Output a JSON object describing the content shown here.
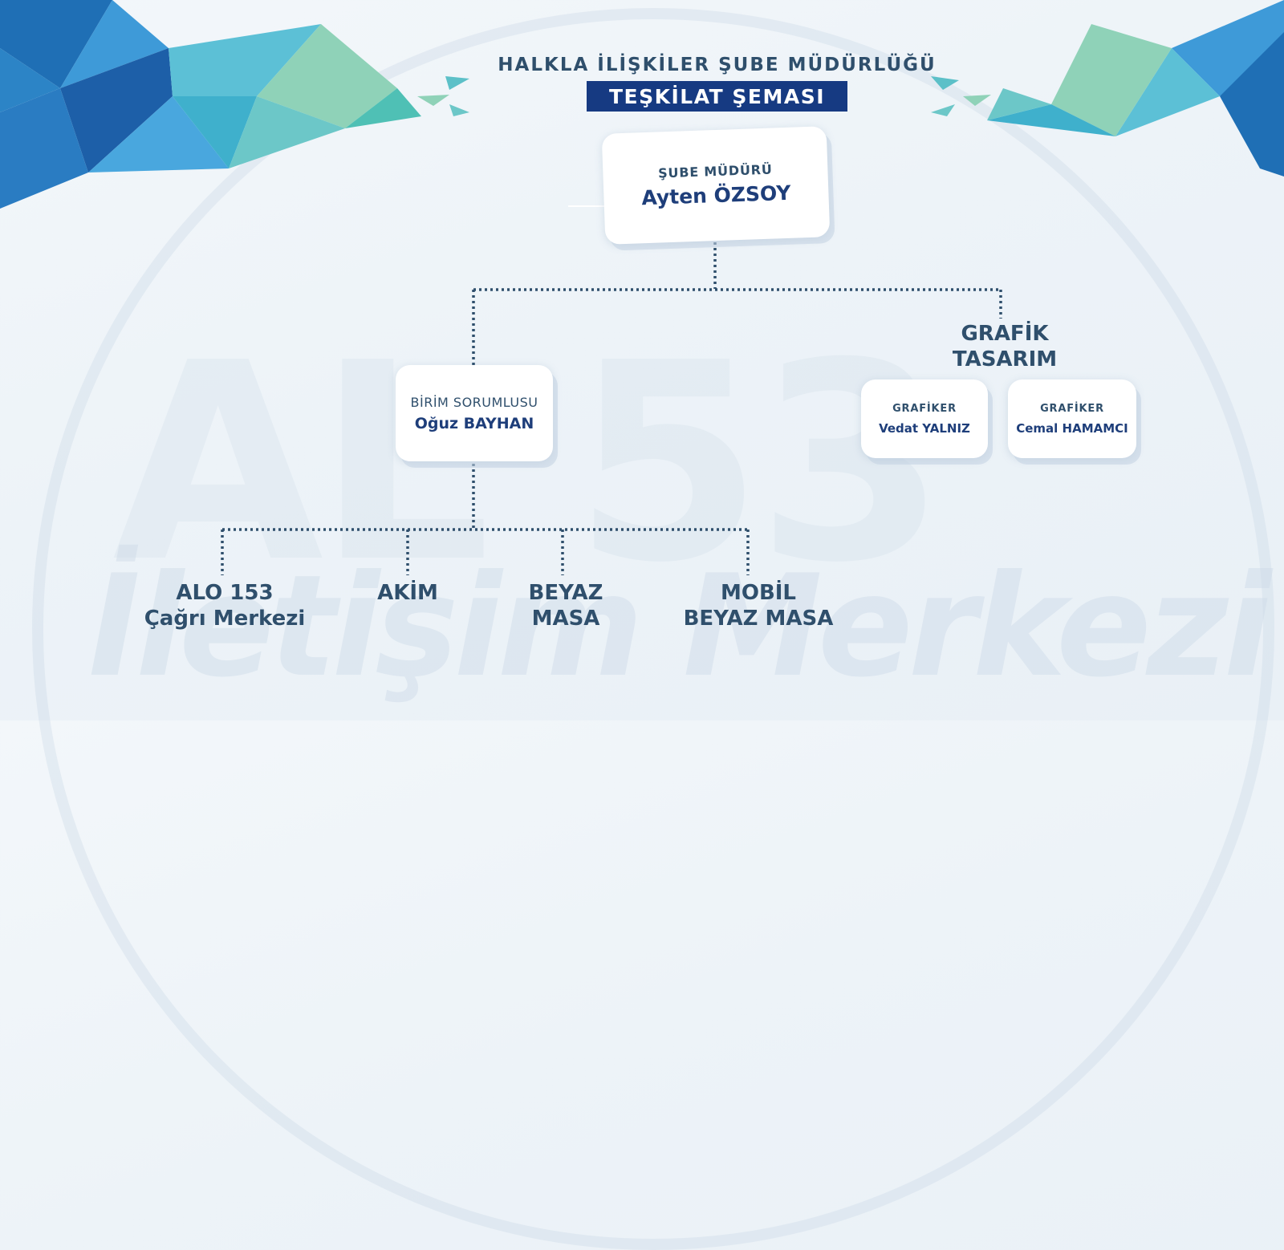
{
  "header": {
    "department": "HALKLA İLİŞKİLER ŞUBE MÜDÜRLÜĞÜ",
    "title": "TEŞKİLAT ŞEMASI"
  },
  "director": {
    "role": "ŞUBE MÜDÜRÜ",
    "name": "Ayten ÖZSOY"
  },
  "unit_head": {
    "role": "BİRİM SORUMLUSU",
    "name": "Oğuz BAYHAN"
  },
  "graphic_design": {
    "label": "GRAFİK\nTASARIM",
    "members": [
      {
        "role": "GRAFİKER",
        "name": "Vedat YALNIZ"
      },
      {
        "role": "GRAFİKER",
        "name": "Cemal HAMAMCI"
      }
    ]
  },
  "units": [
    "ALO 153\nÇağrı Merkezi",
    "AKİM",
    "BEYAZ\nMASA",
    "MOBİL\nBEYAZ MASA"
  ],
  "watermark": {
    "top": "AL 53",
    "bottom": "İletişim Merkezi"
  },
  "colors": {
    "navy": "#163a82",
    "text": "#2f4f6c",
    "connector": "#2f4f6c"
  }
}
